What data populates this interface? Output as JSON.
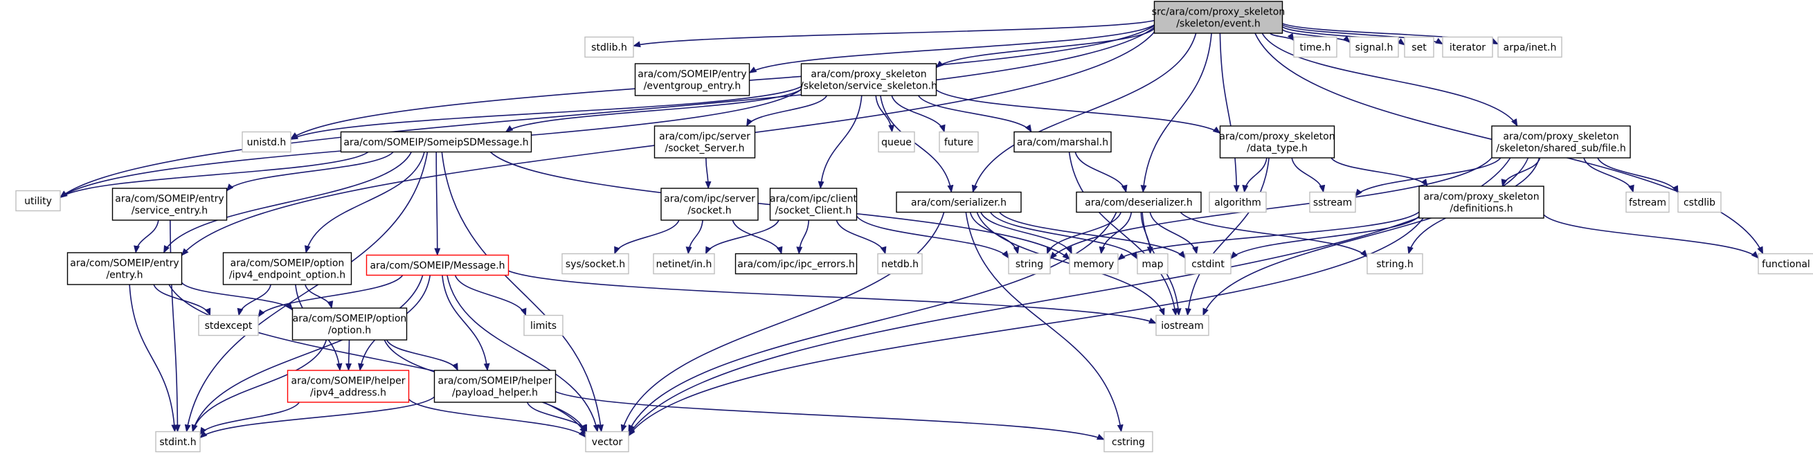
{
  "graph": {
    "colors": {
      "root_fill": "#bfbfbf",
      "root_stroke": "#000000",
      "file_stroke": "#000000",
      "missing_stroke": "#bfbfbf",
      "cyclic_stroke": "#ff0000",
      "edge": "#191970",
      "text": "#000000"
    },
    "nodes": [
      {
        "id": "root",
        "kind": "root",
        "lines": [
          "src/ara/com/proxy_skeleton",
          "/skeleton/event.h"
        ]
      },
      {
        "id": "stdlib_h",
        "kind": "missing",
        "lines": [
          "stdlib.h"
        ]
      },
      {
        "id": "eventgroup_entry_h",
        "kind": "file",
        "lines": [
          "ara/com/SOMEIP/entry",
          "/eventgroup_entry.h"
        ]
      },
      {
        "id": "service_skeleton_h",
        "kind": "file",
        "lines": [
          "ara/com/proxy_skeleton",
          "/skeleton/service_skeleton.h"
        ]
      },
      {
        "id": "time_h",
        "kind": "missing",
        "lines": [
          "time.h"
        ]
      },
      {
        "id": "signal_h",
        "kind": "missing",
        "lines": [
          "signal.h"
        ]
      },
      {
        "id": "set",
        "kind": "missing",
        "lines": [
          "set"
        ]
      },
      {
        "id": "iterator",
        "kind": "missing",
        "lines": [
          "iterator"
        ]
      },
      {
        "id": "arpa_inet_h",
        "kind": "missing",
        "lines": [
          "arpa/inet.h"
        ]
      },
      {
        "id": "unistd_h",
        "kind": "missing",
        "lines": [
          "unistd.h"
        ]
      },
      {
        "id": "someipsdmessage_h",
        "kind": "file",
        "lines": [
          "ara/com/SOMEIP/SomeipSDMessage.h"
        ]
      },
      {
        "id": "socket_server_h",
        "kind": "file",
        "lines": [
          "ara/com/ipc/server",
          "/socket_Server.h"
        ]
      },
      {
        "id": "queue",
        "kind": "missing",
        "lines": [
          "queue"
        ]
      },
      {
        "id": "future",
        "kind": "missing",
        "lines": [
          "future"
        ]
      },
      {
        "id": "marshal_h",
        "kind": "file",
        "lines": [
          "ara/com/marshal.h"
        ]
      },
      {
        "id": "data_type_h",
        "kind": "file",
        "lines": [
          "ara/com/proxy_skeleton",
          "/data_type.h"
        ]
      },
      {
        "id": "shared_sub_file_h",
        "kind": "file",
        "lines": [
          "ara/com/proxy_skeleton",
          "/skeleton/shared_sub/file.h"
        ]
      },
      {
        "id": "utility",
        "kind": "missing",
        "lines": [
          "utility"
        ]
      },
      {
        "id": "service_entry_h",
        "kind": "file",
        "lines": [
          "ara/com/SOMEIP/entry",
          "/service_entry.h"
        ]
      },
      {
        "id": "socket_h",
        "kind": "file",
        "lines": [
          "ara/com/ipc/server",
          "/socket.h"
        ]
      },
      {
        "id": "socket_client_h",
        "kind": "file",
        "lines": [
          "ara/com/ipc/client",
          "/socket_Client.h"
        ]
      },
      {
        "id": "serializer_h",
        "kind": "file",
        "lines": [
          "ara/com/serializer.h"
        ]
      },
      {
        "id": "deserializer_h",
        "kind": "file",
        "lines": [
          "ara/com/deserializer.h"
        ]
      },
      {
        "id": "algorithm",
        "kind": "missing",
        "lines": [
          "algorithm"
        ]
      },
      {
        "id": "sstream",
        "kind": "missing",
        "lines": [
          "sstream"
        ]
      },
      {
        "id": "definitions_h",
        "kind": "file",
        "lines": [
          "ara/com/proxy_skeleton",
          "/definitions.h"
        ]
      },
      {
        "id": "fstream",
        "kind": "missing",
        "lines": [
          "fstream"
        ]
      },
      {
        "id": "cstdlib",
        "kind": "missing",
        "lines": [
          "cstdlib"
        ]
      },
      {
        "id": "entry_h",
        "kind": "file",
        "lines": [
          "ara/com/SOMEIP/entry",
          "/entry.h"
        ]
      },
      {
        "id": "ipv4_endpoint_option_h",
        "kind": "file",
        "lines": [
          "ara/com/SOMEIP/option",
          "/ipv4_endpoint_option.h"
        ]
      },
      {
        "id": "message_h",
        "kind": "cyclic",
        "lines": [
          "ara/com/SOMEIP/Message.h"
        ]
      },
      {
        "id": "sys_socket_h",
        "kind": "missing",
        "lines": [
          "sys/socket.h"
        ]
      },
      {
        "id": "netinet_in_h",
        "kind": "missing",
        "lines": [
          "netinet/in.h"
        ]
      },
      {
        "id": "ipc_errors_h",
        "kind": "file",
        "lines": [
          "ara/com/ipc/ipc_errors.h"
        ]
      },
      {
        "id": "netdb_h",
        "kind": "missing",
        "lines": [
          "netdb.h"
        ]
      },
      {
        "id": "string",
        "kind": "missing",
        "lines": [
          "string"
        ]
      },
      {
        "id": "memory",
        "kind": "missing",
        "lines": [
          "memory"
        ]
      },
      {
        "id": "map",
        "kind": "missing",
        "lines": [
          "map"
        ]
      },
      {
        "id": "cstdint",
        "kind": "missing",
        "lines": [
          "cstdint"
        ]
      },
      {
        "id": "string_h",
        "kind": "missing",
        "lines": [
          "string.h"
        ]
      },
      {
        "id": "functional",
        "kind": "missing",
        "lines": [
          "functional"
        ]
      },
      {
        "id": "stdexcept",
        "kind": "missing",
        "lines": [
          "stdexcept"
        ]
      },
      {
        "id": "option_h",
        "kind": "file",
        "lines": [
          "ara/com/SOMEIP/option",
          "/option.h"
        ]
      },
      {
        "id": "limits",
        "kind": "missing",
        "lines": [
          "limits"
        ]
      },
      {
        "id": "iostream",
        "kind": "missing",
        "lines": [
          "iostream"
        ]
      },
      {
        "id": "ipv4_address_h",
        "kind": "cyclic",
        "lines": [
          "ara/com/SOMEIP/helper",
          "/ipv4_address.h"
        ]
      },
      {
        "id": "payload_helper_h",
        "kind": "file",
        "lines": [
          "ara/com/SOMEIP/helper",
          "/payload_helper.h"
        ]
      },
      {
        "id": "stdint_h",
        "kind": "missing",
        "lines": [
          "stdint.h"
        ]
      },
      {
        "id": "vector",
        "kind": "missing",
        "lines": [
          "vector"
        ]
      },
      {
        "id": "cstring",
        "kind": "missing",
        "lines": [
          "cstring"
        ]
      }
    ],
    "edges": [
      [
        "root",
        "stdlib_h"
      ],
      [
        "root",
        "eventgroup_entry_h"
      ],
      [
        "root",
        "service_skeleton_h"
      ],
      [
        "root",
        "time_h"
      ],
      [
        "root",
        "signal_h"
      ],
      [
        "root",
        "set"
      ],
      [
        "root",
        "iterator"
      ],
      [
        "root",
        "arpa_inet_h"
      ],
      [
        "root",
        "unistd_h"
      ],
      [
        "root",
        "utility"
      ],
      [
        "root",
        "serializer_h"
      ],
      [
        "root",
        "deserializer_h"
      ],
      [
        "root",
        "algorithm"
      ],
      [
        "root",
        "shared_sub_file_h"
      ],
      [
        "root",
        "functional"
      ],
      [
        "root",
        "entry_h"
      ],
      [
        "service_skeleton_h",
        "unistd_h"
      ],
      [
        "service_skeleton_h",
        "someipsdmessage_h"
      ],
      [
        "service_skeleton_h",
        "socket_server_h"
      ],
      [
        "service_skeleton_h",
        "queue"
      ],
      [
        "service_skeleton_h",
        "future"
      ],
      [
        "service_skeleton_h",
        "marshal_h"
      ],
      [
        "service_skeleton_h",
        "data_type_h"
      ],
      [
        "service_skeleton_h",
        "utility"
      ],
      [
        "service_skeleton_h",
        "socket_client_h"
      ],
      [
        "service_skeleton_h",
        "serializer_h"
      ],
      [
        "someipsdmessage_h",
        "utility"
      ],
      [
        "someipsdmessage_h",
        "service_entry_h"
      ],
      [
        "someipsdmessage_h",
        "entry_h"
      ],
      [
        "someipsdmessage_h",
        "ipv4_endpoint_option_h"
      ],
      [
        "someipsdmessage_h",
        "message_h"
      ],
      [
        "someipsdmessage_h",
        "vector"
      ],
      [
        "someipsdmessage_h",
        "stdint_h"
      ],
      [
        "someipsdmessage_h",
        "memory"
      ],
      [
        "socket_server_h",
        "socket_h"
      ],
      [
        "marshal_h",
        "deserializer_h"
      ],
      [
        "marshal_h",
        "iostream"
      ],
      [
        "data_type_h",
        "algorithm"
      ],
      [
        "data_type_h",
        "sstream"
      ],
      [
        "data_type_h",
        "definitions_h"
      ],
      [
        "data_type_h",
        "iostream"
      ],
      [
        "shared_sub_file_h",
        "sstream"
      ],
      [
        "shared_sub_file_h",
        "definitions_h"
      ],
      [
        "shared_sub_file_h",
        "fstream"
      ],
      [
        "shared_sub_file_h",
        "cstdlib"
      ],
      [
        "shared_sub_file_h",
        "string"
      ],
      [
        "shared_sub_file_h",
        "string_h"
      ],
      [
        "shared_sub_file_h",
        "iostream"
      ],
      [
        "shared_sub_file_h",
        "vector"
      ],
      [
        "service_entry_h",
        "entry_h"
      ],
      [
        "service_entry_h",
        "stdint_h"
      ],
      [
        "socket_h",
        "sys_socket_h"
      ],
      [
        "socket_h",
        "netinet_in_h"
      ],
      [
        "socket_h",
        "ipc_errors_h"
      ],
      [
        "socket_client_h",
        "netinet_in_h"
      ],
      [
        "socket_client_h",
        "ipc_errors_h"
      ],
      [
        "socket_client_h",
        "netdb_h"
      ],
      [
        "socket_client_h",
        "string"
      ],
      [
        "serializer_h",
        "string"
      ],
      [
        "serializer_h",
        "memory"
      ],
      [
        "serializer_h",
        "map"
      ],
      [
        "serializer_h",
        "cstdint"
      ],
      [
        "serializer_h",
        "iostream"
      ],
      [
        "serializer_h",
        "vector"
      ],
      [
        "serializer_h",
        "cstring"
      ],
      [
        "deserializer_h",
        "string"
      ],
      [
        "deserializer_h",
        "memory"
      ],
      [
        "deserializer_h",
        "map"
      ],
      [
        "deserializer_h",
        "cstdint"
      ],
      [
        "deserializer_h",
        "string_h"
      ],
      [
        "deserializer_h",
        "iostream"
      ],
      [
        "deserializer_h",
        "vector"
      ],
      [
        "definitions_h",
        "cstdint"
      ],
      [
        "definitions_h",
        "functional"
      ],
      [
        "definitions_h",
        "memory"
      ],
      [
        "definitions_h",
        "vector"
      ],
      [
        "entry_h",
        "stdexcept"
      ],
      [
        "entry_h",
        "option_h"
      ],
      [
        "entry_h",
        "stdint_h"
      ],
      [
        "entry_h",
        "vector"
      ],
      [
        "ipv4_endpoint_option_h",
        "stdexcept"
      ],
      [
        "ipv4_endpoint_option_h",
        "option_h"
      ],
      [
        "ipv4_endpoint_option_h",
        "ipv4_address_h"
      ],
      [
        "message_h",
        "stdexcept"
      ],
      [
        "message_h",
        "limits"
      ],
      [
        "message_h",
        "iostream"
      ],
      [
        "message_h",
        "ipv4_address_h"
      ],
      [
        "message_h",
        "payload_helper_h"
      ],
      [
        "message_h",
        "stdint_h"
      ],
      [
        "message_h",
        "vector"
      ],
      [
        "option_h",
        "ipv4_address_h"
      ],
      [
        "option_h",
        "payload_helper_h"
      ],
      [
        "option_h",
        "stdint_h"
      ],
      [
        "option_h",
        "vector"
      ],
      [
        "ipv4_address_h",
        "stdint_h"
      ],
      [
        "ipv4_address_h",
        "vector"
      ],
      [
        "payload_helper_h",
        "stdint_h"
      ],
      [
        "payload_helper_h",
        "vector"
      ],
      [
        "payload_helper_h",
        "cstring"
      ]
    ]
  }
}
